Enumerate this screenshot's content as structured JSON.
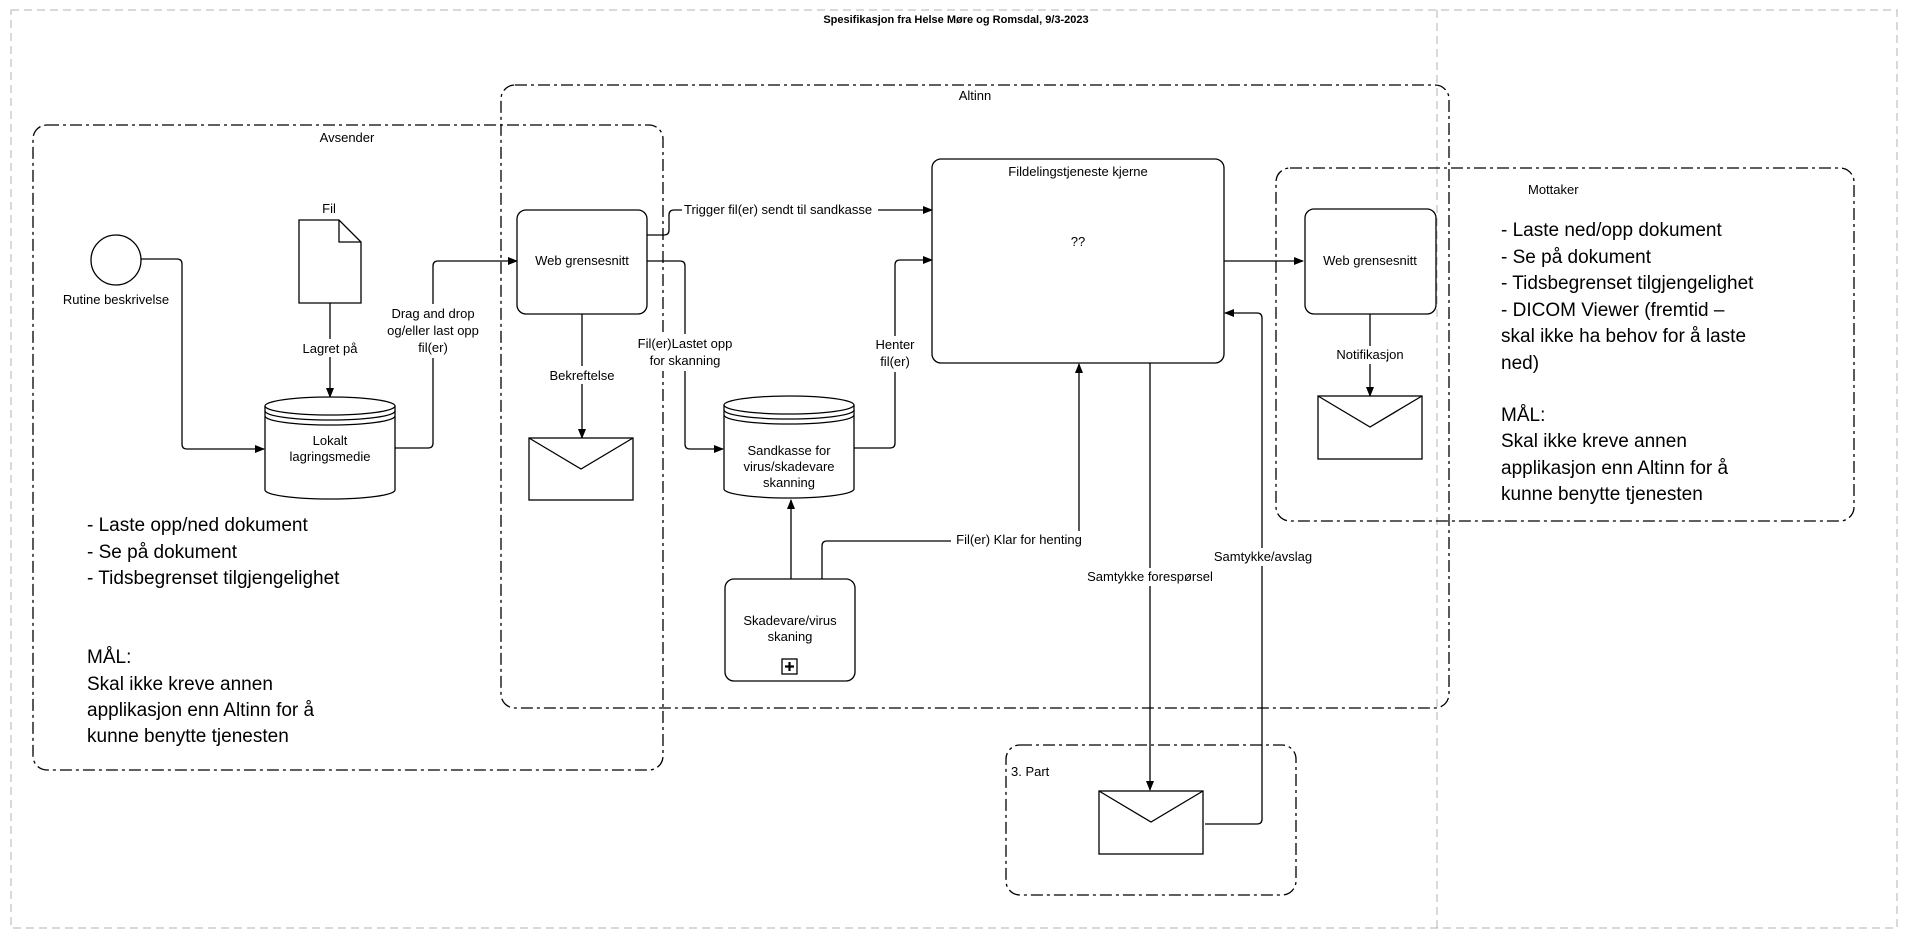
{
  "title": "Spesifikasjon fra Helse Møre og Romsdal, 9/3-2023",
  "containers": {
    "avsender": "Avsender",
    "altinn": "Altinn",
    "mottaker": "Mottaker",
    "tredje_part": "3. Part"
  },
  "nodes": {
    "rutine": "Rutine beskrivelse",
    "fil": "Fil",
    "lokalt_1": "Lokalt",
    "lokalt_2": "lagringsmedie",
    "web_avsender": "Web grensesnitt",
    "sandkasse_1": "Sandkasse for",
    "sandkasse_2": "virus/skadevare",
    "sandkasse_3": "skanning",
    "skadevare_1": "Skadevare/virus",
    "skadevare_2": "skaning",
    "kjerne_title": "Fildelingstjeneste kjerne",
    "kjerne_body": "??",
    "web_mottaker": "Web grensesnitt"
  },
  "edges": {
    "lagret": "Lagret på",
    "drag_1": "Drag and drop",
    "drag_2": "og/eller last opp",
    "drag_3": "fil(er)",
    "trigger": "Trigger fil(er) sendt til sandkasse",
    "lastet_1": "Fil(er)Lastet opp",
    "lastet_2": "for skanning",
    "bekreftelse": "Bekreftelse",
    "henter_1": "Henter",
    "henter_2": "fil(er)",
    "klar": "Fil(er) Klar for henting",
    "samtykke_foresp": "Samtykke forespørsel",
    "samtykke_avslag": "Samtykke/avslag",
    "notifikasjon": "Notifikasjon"
  },
  "avsender_notes": {
    "list": [
      "- Laste opp/ned dokument",
      "- Se på dokument",
      "- Tidsbegrenset tilgjengelighet"
    ],
    "goal_heading": "MÅL:",
    "goal": [
      "Skal ikke kreve annen",
      "applikasjon enn Altinn for å",
      "kunne benytte tjenesten"
    ]
  },
  "mottaker_notes": {
    "list": [
      "- Laste ned/opp dokument",
      "- Se på dokument",
      "- Tidsbegrenset tilgjengelighet",
      "- DICOM Viewer (fremtid –",
      "skal ikke ha behov for å laste",
      "ned)"
    ],
    "goal_heading": "MÅL:",
    "goal": [
      "Skal ikke kreve annen",
      "applikasjon enn Altinn for å",
      "kunne benytte tjenesten"
    ]
  }
}
